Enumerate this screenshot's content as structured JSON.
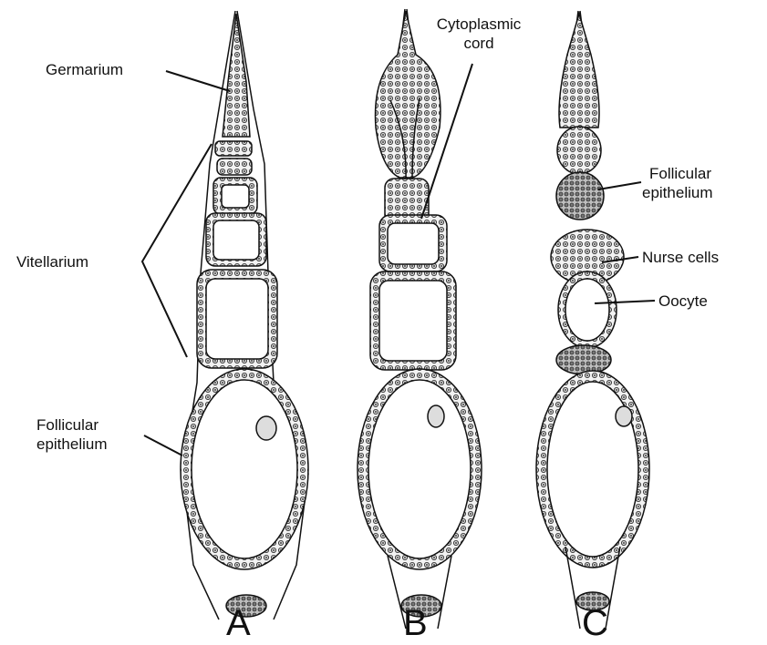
{
  "labels": {
    "germarium": "Germarium",
    "vitellarium": "Vitellarium",
    "follicular_a_line1": "Follicular",
    "follicular_a_line2": "epithelium",
    "cytoplasmic_line1": "Cytoplasmic",
    "cytoplasmic_line2": "cord",
    "follicular_c_line1": "Follicular",
    "follicular_c_line2": "epithelium",
    "nurse_cells": "Nurse cells",
    "oocyte": "Oocyte"
  },
  "panels": [
    "A",
    "B",
    "C"
  ],
  "colors": {
    "ink": "#111111",
    "background": "#ffffff",
    "cell_fill": "#d9d9d9"
  }
}
